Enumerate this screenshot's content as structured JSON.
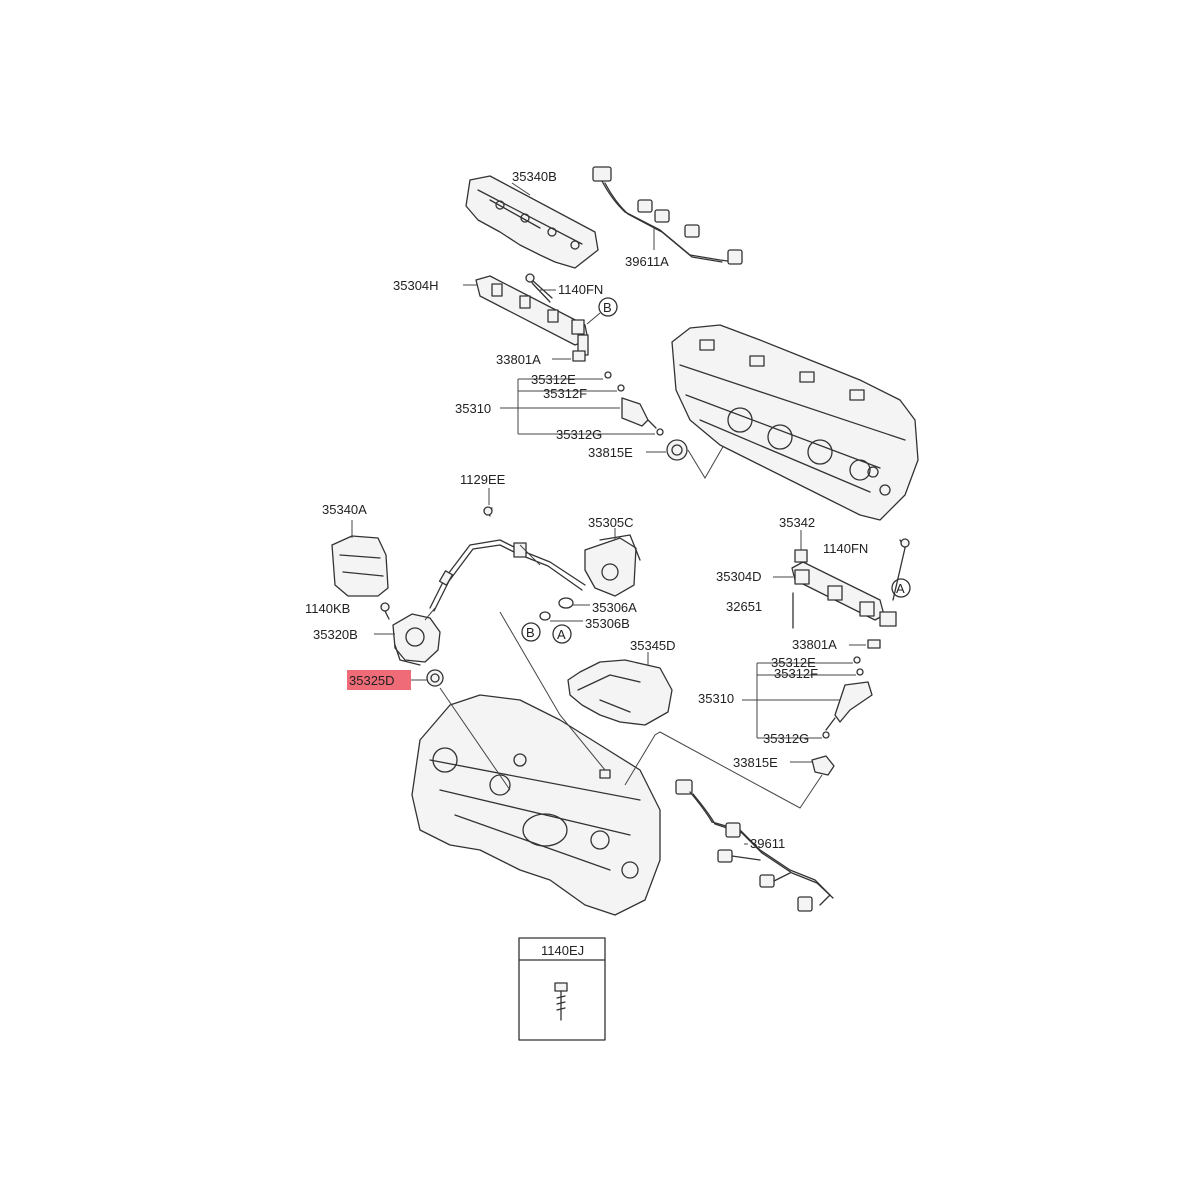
{
  "labels": {
    "l_35340B": "35340B",
    "l_39611A": "39611A",
    "l_35304H": "35304H",
    "l_1140FN_top": "1140FN",
    "l_B_top": "B",
    "l_33801A_top": "33801A",
    "l_35312E_top": "35312E",
    "l_35312F_top": "35312F",
    "l_35310_top": "35310",
    "l_35312G_top": "35312G",
    "l_33815E_top": "33815E",
    "l_1129EE": "1129EE",
    "l_35340A": "35340A",
    "l_35305C": "35305C",
    "l_35342": "35342",
    "l_1140FN_right": "1140FN",
    "l_35304D": "35304D",
    "l_A_right": "A",
    "l_1140KB": "1140KB",
    "l_35306A": "35306A",
    "l_32651": "32651",
    "l_35320B": "35320B",
    "l_B_mid": "B",
    "l_A_mid": "A",
    "l_35306B": "35306B",
    "l_33801A_right": "33801A",
    "l_35345D": "35345D",
    "l_35312E_right": "35312E",
    "l_35312F_right": "35312F",
    "l_35325D": "35325D",
    "l_35310_right": "35310",
    "l_35312G_right": "35312G",
    "l_33815E_right": "33815E",
    "l_39611": "39611",
    "l_1140EJ": "1140EJ"
  },
  "highlighted_part": "35325D",
  "colors": {
    "highlight": "#f06b78",
    "line": "#333333",
    "background": "#ffffff"
  }
}
